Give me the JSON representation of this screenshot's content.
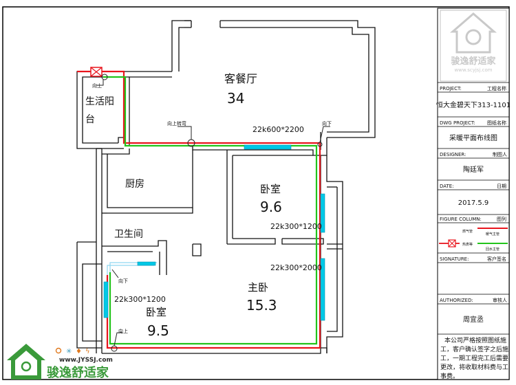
{
  "rooms": {
    "living": {
      "name": "客餐厅",
      "area": "34"
    },
    "balcony": {
      "name_line1": "生活阳",
      "name_line2": "台"
    },
    "kitchen": {
      "name": "厨房"
    },
    "bathroom": {
      "name": "卫生间"
    },
    "bedroom_a": {
      "name": "卧室",
      "area": "9.6"
    },
    "bedroom_b": {
      "name": "卧室",
      "area": "9.5"
    },
    "master": {
      "name": "主卧",
      "area": "15.3"
    }
  },
  "radiators": {
    "living": "22k600*2200",
    "bedroom_a": "22k300*1200",
    "master": "22k300*2000",
    "bedroom_b": "22k300*1200"
  },
  "pipe_notes": {
    "up_balcony": "向上",
    "up_bend": "向上转弯",
    "down_corner": "向下",
    "down_bath": "向下",
    "up_bottom": "向上"
  },
  "title_block": {
    "logo_text": "骏逸舒适家",
    "logo_url": "www.scyjsj.com",
    "project_label": "PROJECT:",
    "project_label_cn": "工程名称",
    "project_value": "恒大金碧天下313-1101",
    "dwg_label": "DWG PROJECT:",
    "dwg_label_cn": "图纸名称",
    "dwg_value": "采暖平面布线图",
    "designer_label": "DESIGNER:",
    "designer_label_cn": "制图人",
    "designer_value": "陶廷军",
    "date_label": "DATE:",
    "date_label_cn": "日期",
    "date_value": "2017.5.9",
    "figure_label": "FIGURE COLUMN:",
    "figure_label_cn": "图列",
    "legend_gas": "燃气管",
    "legend_heat": "暖气主管",
    "legend_meter": "热表等",
    "legend_return": "回水主管",
    "signature_label": "SIGNATURE:",
    "signature_label_cn": "客户签名",
    "authorized_label": "AUTHORIZED:",
    "authorized_label_cn": "审核人",
    "authorized_value": "周宜丞",
    "notice_lines": [
      "本公司严格按照图纸施",
      "工，客户确认签字之后施",
      "工，一期工程完工后需要",
      "更改，将收取材料费与工",
      "事费。"
    ]
  },
  "watermark": {
    "url": "www.JYSSJ.com",
    "brand": "骏逸舒适家"
  },
  "colors": {
    "supply_pipe": "#e8141c",
    "return_pipe": "#22c41a",
    "radiator": "#00c8e6",
    "wall": "#111111",
    "brand_green": "#3a9a3a",
    "brand_orange": "#e07a1f"
  }
}
